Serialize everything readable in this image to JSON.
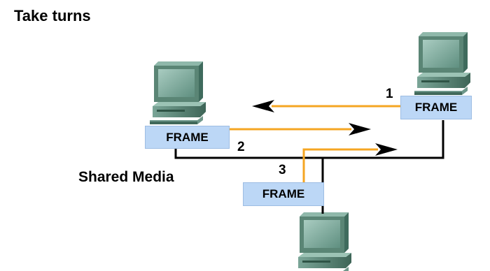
{
  "title": "Take turns",
  "media_label": "Shared Media",
  "frames": {
    "top_right": "FRAME",
    "left": "FRAME",
    "bottom": "FRAME"
  },
  "steps": {
    "one": "1",
    "two": "2",
    "three": "3"
  },
  "colors": {
    "frame_fill": "#bcd7f6",
    "signal_arrow": "#f5a623",
    "media_line": "#000000",
    "computer_body": "#56806f"
  },
  "icons": [
    "computer-icon",
    "computer-icon",
    "computer-icon"
  ]
}
